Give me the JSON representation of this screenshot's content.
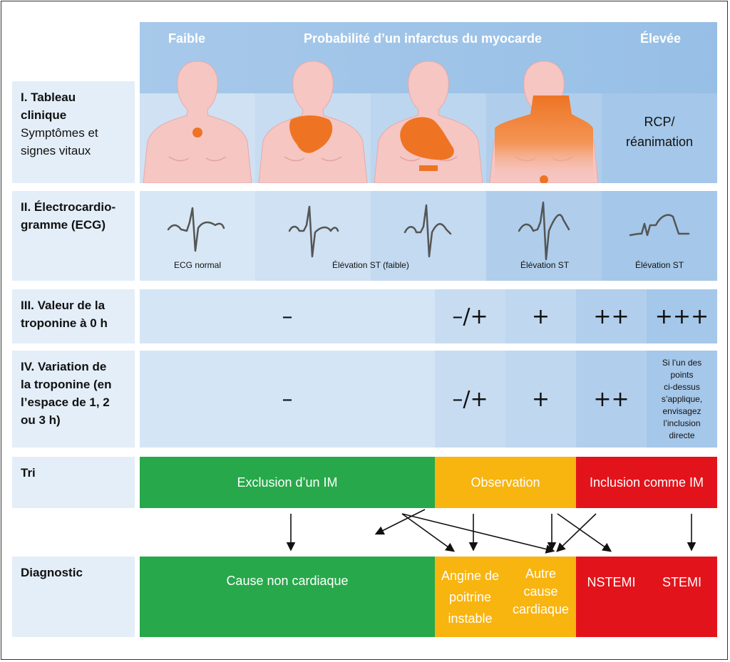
{
  "header": {
    "low": "Faible",
    "title": "Probabilité d’un infarctus du myocarde",
    "high": "Élevée"
  },
  "rows": {
    "clinical": {
      "title_line1": "I. Tableau",
      "title_line2": "clinique",
      "sub_line1": "Symptômes et",
      "sub_line2": "signes vitaux",
      "cpr_line1": "RCP/",
      "cpr_line2": "réanimation"
    },
    "ecg": {
      "title_line1": "II. Électrocardio-",
      "title_line2": "gramme (ECG)",
      "caption_normal": "ECG normal",
      "caption_st_low": "Élévation ST (faible)",
      "caption_st": "Élévation ST",
      "caption_st2": "Élévation ST"
    },
    "troponin_0h": {
      "title_line1": "III. Valeur de la",
      "title_line2": "troponine à 0 h",
      "values": [
        "–",
        "–/+",
        "+",
        "++",
        "+++"
      ]
    },
    "troponin_delta": {
      "title_lines": [
        "IV. Variation de",
        "la troponine (en",
        "l’espace de 1, 2",
        "ou 3 h)"
      ],
      "values": [
        "–",
        "–/+",
        "+",
        "++"
      ],
      "note_lines": [
        "Si l’un des",
        "points",
        "ci-dessus",
        "s’applique,",
        "envisagez",
        "l’inclusion",
        "directe"
      ]
    },
    "triage": {
      "title": "Tri",
      "exclusion": "Exclusion d’un IM",
      "observation": "Observation",
      "inclusion": "Inclusion comme IM"
    },
    "diagnosis": {
      "title": "Diagnostic",
      "noncardiac": "Cause non cardiaque",
      "angina_lines": [
        "Angine de",
        "poitrine",
        "instable"
      ],
      "other_lines": [
        "Autre",
        "cause",
        "cardiaque"
      ],
      "nstemi": "NSTEMI",
      "stemi": "STEMI"
    }
  },
  "colors": {
    "green": "#27a84a",
    "yellow": "#f8b40f",
    "red": "#e3131b",
    "skin": "#f6c6c3",
    "orange": "#ee7424"
  },
  "icons": [
    "torso-icon",
    "ecg-wave-icon",
    "arrow-down-icon"
  ]
}
